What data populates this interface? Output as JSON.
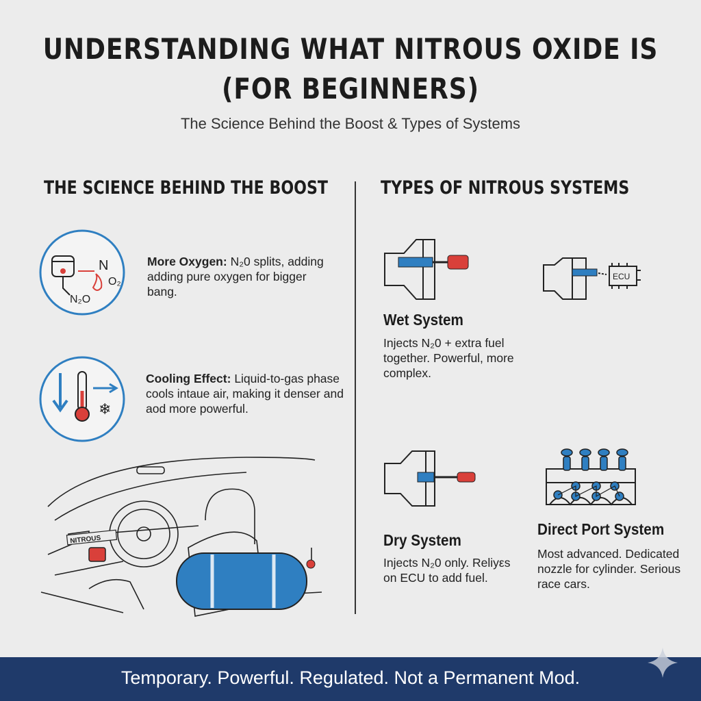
{
  "header": {
    "title_line1": "UNDERSTANDING WHAT NITROUS OXIDE IS",
    "title_line2": "(FOR BEGINNERS)",
    "subtitle": "The Science Behind the Boost & Types of Systems"
  },
  "science": {
    "heading": "THE SCIENCE BEHIND THE BOOST",
    "items": [
      {
        "label": "More Oxygen:",
        "text": "N₂0 splits, adding adding pure oxygen for bigger bang.",
        "icon": "piston-oxygen-icon",
        "icon_text": [
          "N",
          "O₂",
          "N₂O"
        ]
      },
      {
        "label": "Cooling Effect:",
        "text": "Liquid-to-gas phase cools intaue air, making it denser and aod more powerful.",
        "icon": "thermometer-cooling-icon"
      }
    ],
    "illustration": {
      "button_label": "NITROUS",
      "icon": "car-interior-nitrous-tank"
    }
  },
  "systems": {
    "heading": "TYPES OF NITROUS SYSTEMS",
    "items": [
      {
        "name": "Wet System",
        "description": "Injects N₂0 + extra fuel together. Powerful, more complex.",
        "icon": "wet-injector-icon"
      },
      {
        "name": "",
        "description": "",
        "icon": "ecu-injector-icon",
        "icon_text": "ECU"
      },
      {
        "name": "Dry System",
        "description": "Injects N₂0 only. Reliyεs on ECU to add fuel.",
        "icon": "dry-injector-icon"
      },
      {
        "name": "Direct Port System",
        "description": "Most advanced. Dedicated nozzle for cylinder. Serious race cars.",
        "icon": "direct-port-engine-icon"
      }
    ]
  },
  "footer": {
    "text": "Temporary. Powerful. Regulated. Not a Permanent Mod."
  },
  "colors": {
    "accent_blue": "#2f7fc1",
    "accent_red": "#d9403a",
    "footer_bg": "#1f3a6a",
    "background": "#ececec"
  }
}
